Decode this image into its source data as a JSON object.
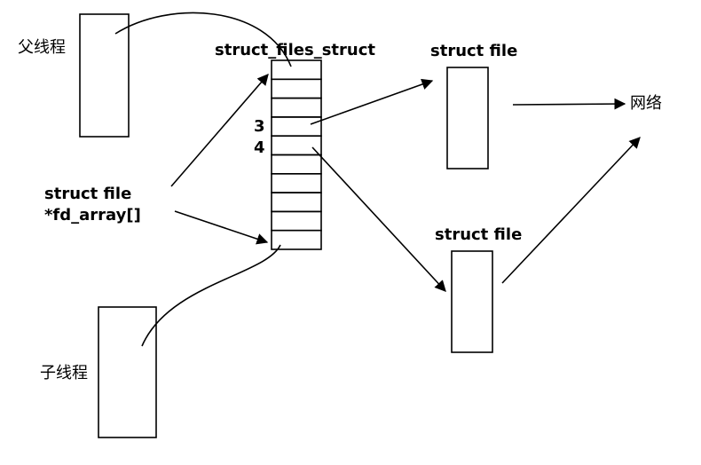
{
  "labels": {
    "parent_thread": "父线程",
    "child_thread": "子线程",
    "files_struct": "struct_files_struct",
    "struct_file_top": "struct file",
    "struct_file_bottom": "struct file",
    "fd_struct_file": "struct file",
    "fd_array": "*fd_array[]",
    "fd_3": "3",
    "fd_4": "4",
    "network": "网络"
  },
  "files_struct_table": {
    "slot_count": 10
  },
  "colors": {
    "stroke": "#000000",
    "background": "#ffffff"
  }
}
